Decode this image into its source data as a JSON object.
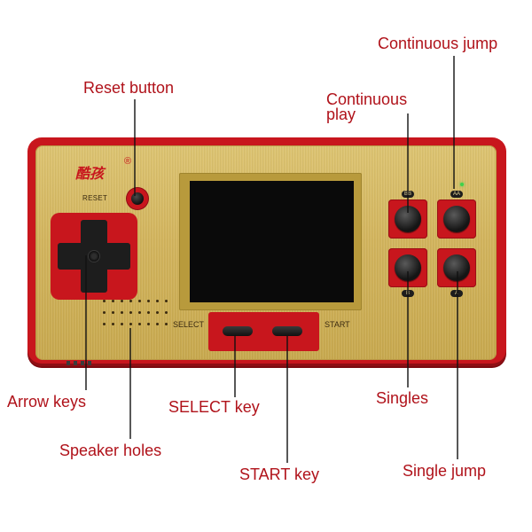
{
  "brand": {
    "text": "酷孩",
    "reg": "®"
  },
  "labels": {
    "continuous_jump": "Continuous jump",
    "reset_button": "Reset button",
    "continuous_play": "Continuous\nplay",
    "arrow_keys": "Arrow keys",
    "select_key": "SELECT key",
    "singles": "Singles",
    "speaker_holes": "Speaker holes",
    "start_key": "START key",
    "single_jump": "Single jump"
  },
  "device_text": {
    "reset": "RESET",
    "select": "SELECT",
    "start": "START"
  },
  "buttons": {
    "turbo_b": "BB",
    "turbo_a": "AA",
    "b": "B",
    "a": "A"
  },
  "colors": {
    "body_red": "#c8161d",
    "gold_faceplate": "#d2b45d",
    "label_red": "#b0121a",
    "screen": "#0a0a0a"
  }
}
